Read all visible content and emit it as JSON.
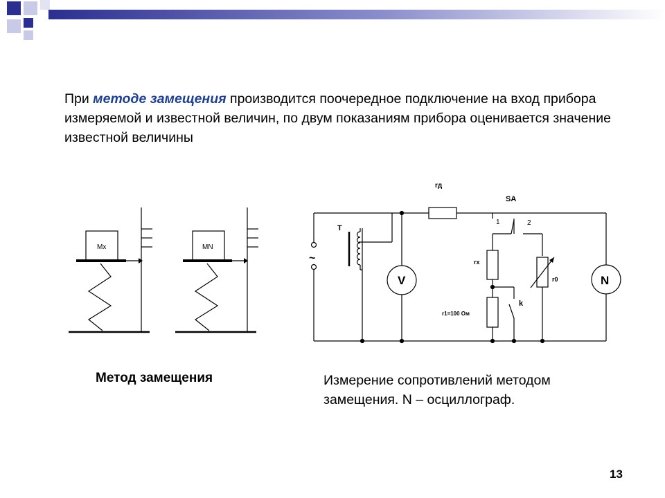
{
  "intro": {
    "prefix": "При ",
    "emphasis": "методе замещения",
    "suffix": " производится поочередное подключение на вход прибора измеряемой и известной величин, по двум показаниям прибора оценивается значение известной величины"
  },
  "scales": {
    "left_mass_label": "Mx",
    "right_mass_label": "MN"
  },
  "circuit": {
    "rd_label": "rд",
    "sa_label": "SA",
    "pos1_label": "1",
    "pos2_label": "2",
    "t_label": "T",
    "ac_symbol": "~",
    "voltmeter_label": "V",
    "rx_label": "rx",
    "r0_label": "r0",
    "n_label": "N",
    "k_label": "k",
    "r1_label": "r1=100 Ом"
  },
  "captions": {
    "left": "Метод замещения",
    "right": "Измерение сопротивлений методом замещения. N – осциллограф."
  },
  "page_number": "13",
  "colors": {
    "accent_dark": "#2b2f8f",
    "accent_light": "#c9cbe6",
    "emphasis": "#1f3f8f"
  }
}
